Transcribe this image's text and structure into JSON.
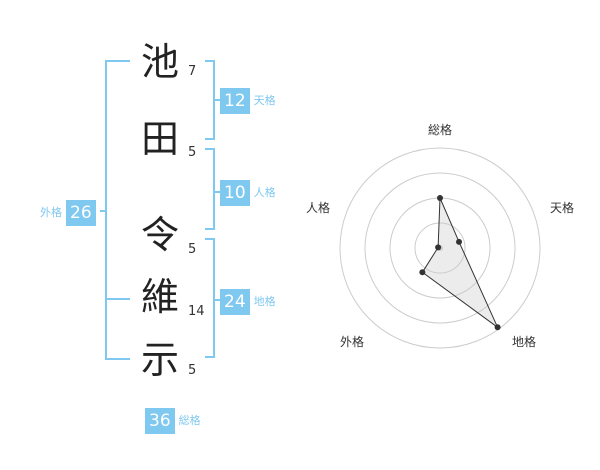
{
  "name": {
    "characters": [
      {
        "char": "池",
        "strokes": "7"
      },
      {
        "char": "田",
        "strokes": "5"
      },
      {
        "char": "令",
        "strokes": "5"
      },
      {
        "char": "維",
        "strokes": "14"
      },
      {
        "char": "示",
        "strokes": "5"
      }
    ]
  },
  "scores": {
    "tenkaku": {
      "value": "12",
      "label": "天格"
    },
    "jinkaku": {
      "value": "10",
      "label": "人格"
    },
    "chikaku": {
      "value": "24",
      "label": "地格"
    },
    "gaikaku": {
      "value": "26",
      "label": "外格"
    },
    "soukaku": {
      "value": "36",
      "label": "総格"
    }
  },
  "colors": {
    "accent": "#7fc8f0",
    "text": "#222222"
  },
  "chart_data": {
    "type": "radar",
    "axes": [
      "総格",
      "天格",
      "地格",
      "外格",
      "人格"
    ],
    "values": [
      0.5,
      0.2,
      0.98,
      0.3,
      0.02
    ],
    "rings": 4,
    "grid": true
  }
}
